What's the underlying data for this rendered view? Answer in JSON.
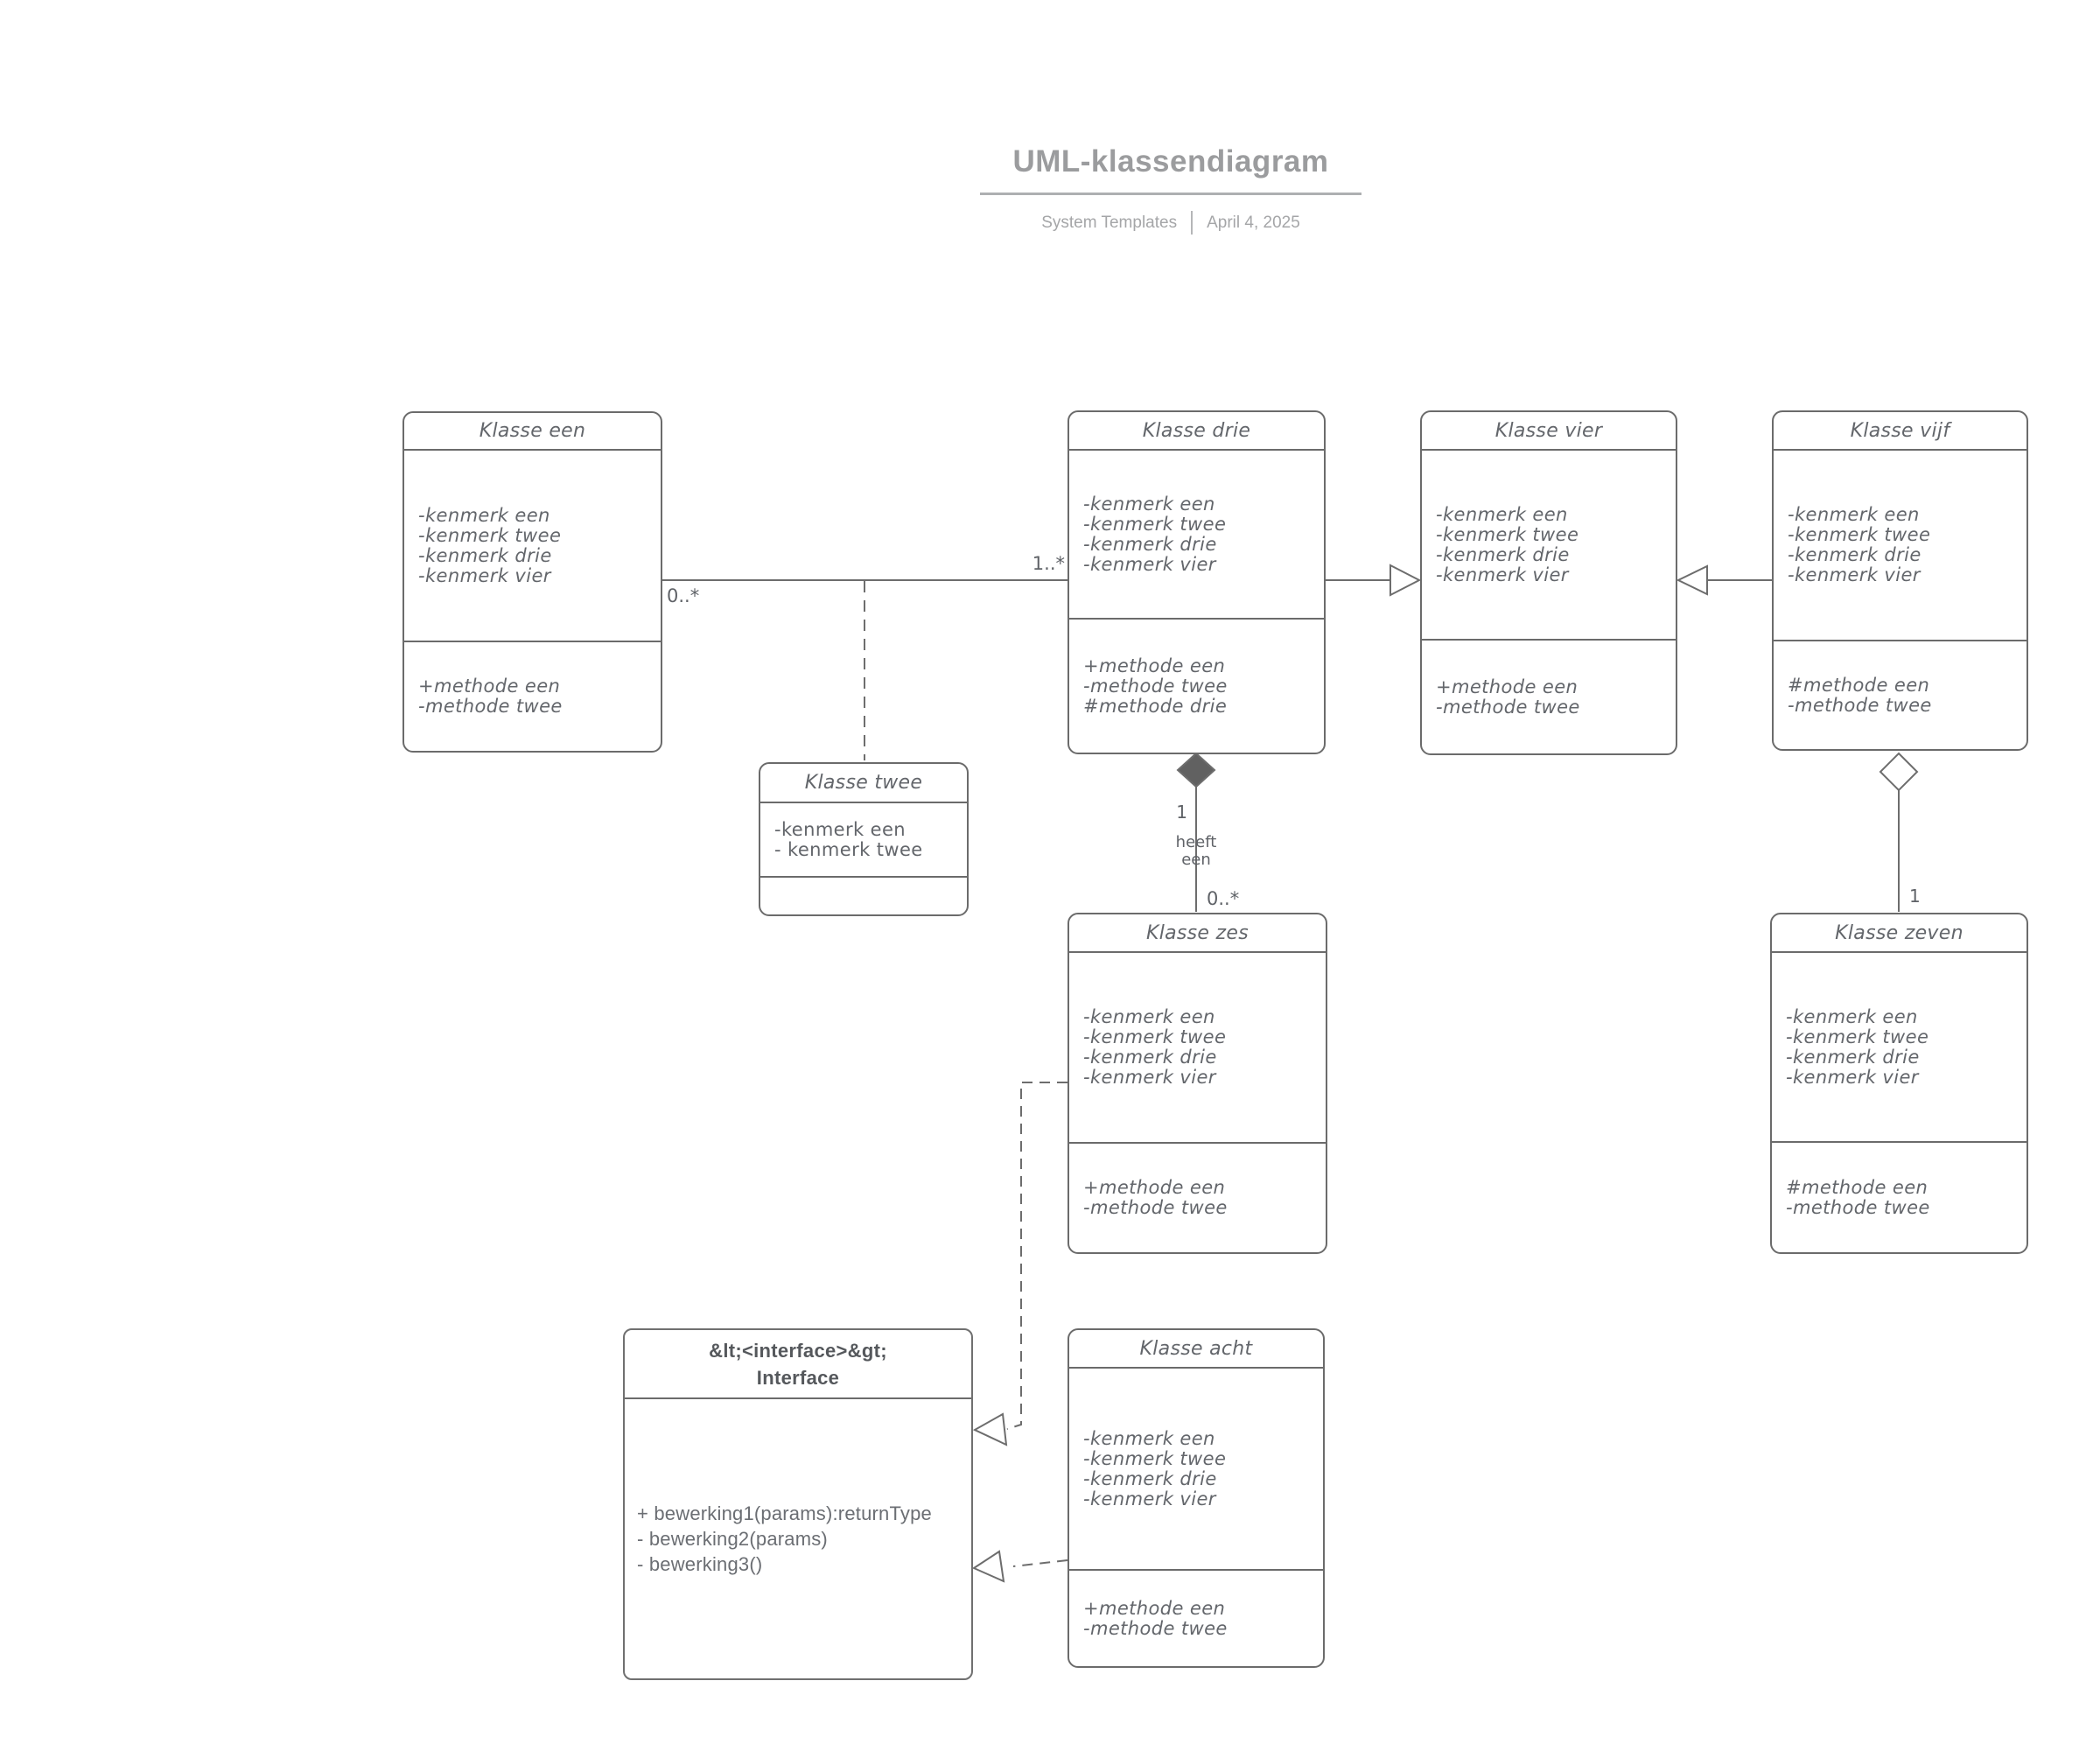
{
  "header": {
    "title": "UML-klassendiagram",
    "subtitle_left": "System Templates",
    "subtitle_right": "April 4, 2025"
  },
  "classes": {
    "een": {
      "title": "Klasse een",
      "attributes": [
        "-kenmerk een",
        "-kenmerk twee",
        "-kenmerk drie",
        "-kenmerk vier"
      ],
      "methods": [
        "+methode een",
        "-methode twee"
      ]
    },
    "twee": {
      "title": "Klasse twee",
      "attributes": [
        "-kenmerk een",
        "- kenmerk twee"
      ],
      "methods": []
    },
    "drie": {
      "title": "Klasse drie",
      "attributes": [
        "-kenmerk een",
        "-kenmerk twee",
        "-kenmerk drie",
        "-kenmerk vier"
      ],
      "methods": [
        "+methode een",
        "-methode twee",
        "#methode drie"
      ]
    },
    "vier": {
      "title": "Klasse vier",
      "attributes": [
        "-kenmerk een",
        "-kenmerk twee",
        "-kenmerk drie",
        "-kenmerk vier"
      ],
      "methods": [
        "+methode een",
        "-methode twee"
      ]
    },
    "vijf": {
      "title": "Klasse vijf",
      "attributes": [
        "-kenmerk een",
        "-kenmerk twee",
        "-kenmerk drie",
        "-kenmerk vier"
      ],
      "methods": [
        "#methode een",
        "-methode twee"
      ]
    },
    "zes": {
      "title": "Klasse zes",
      "attributes": [
        "-kenmerk een",
        "-kenmerk twee",
        "-kenmerk drie",
        "-kenmerk vier"
      ],
      "methods": [
        "+methode een",
        "-methode twee"
      ]
    },
    "zeven": {
      "title": "Klasse zeven",
      "attributes": [
        "-kenmerk een",
        "-kenmerk twee",
        "-kenmerk drie",
        "-kenmerk vier"
      ],
      "methods": [
        "#methode een",
        "-methode twee"
      ]
    },
    "acht": {
      "title": "Klasse acht",
      "attributes": [
        "-kenmerk een",
        "-kenmerk twee",
        "-kenmerk drie",
        "-kenmerk vier"
      ],
      "methods": [
        "+methode een",
        "-methode twee"
      ]
    },
    "interface": {
      "stereotype": "&lt;<interface>&gt;",
      "title": "Interface",
      "methods": [
        "+ bewerking1(params):returnType",
        "- bewerking2(params)",
        "- bewerking3()"
      ]
    }
  },
  "relationships": {
    "association_een_drie": {
      "source_multiplicity": "0..*",
      "target_multiplicity": "1..*"
    },
    "composition_drie_zes": {
      "parent_multiplicity": "1",
      "name": "heeft\neen",
      "child_multiplicity": "0..*"
    },
    "aggregation_vijf_zeven": {
      "child_multiplicity": "1"
    }
  },
  "colors": {
    "line": "#6d6d6d",
    "box_border": "#6b6b6b",
    "class_text": "#63666b",
    "header_title": "#9b9c9e",
    "header_subtitle": "#a5a6a8"
  }
}
